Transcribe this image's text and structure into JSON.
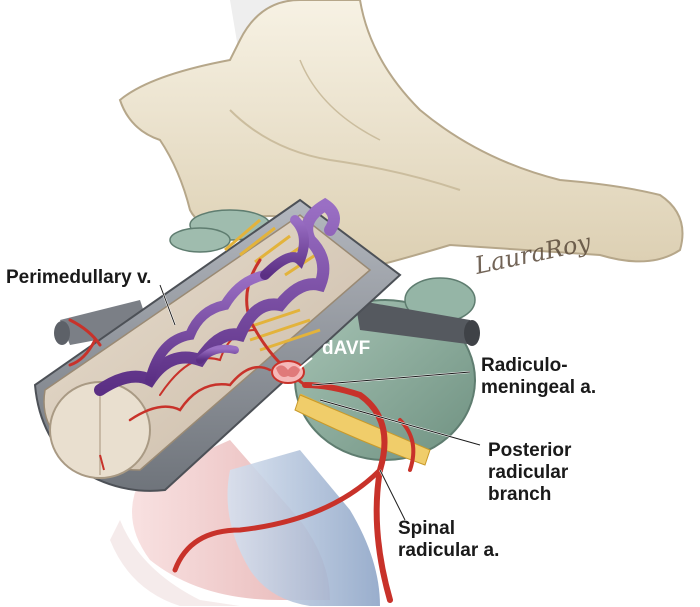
{
  "figure": {
    "labels": {
      "perimedullary": "Perimedullary v.",
      "davf": "dAVF",
      "radiculomeningeal": [
        "Radiculo-",
        "meningeal a."
      ],
      "posterior_radicular": [
        "Posterior",
        "radicular",
        "branch"
      ],
      "spinal_radicular": [
        "Spinal",
        "radicular a."
      ]
    },
    "signature": "LauraRoy",
    "colors": {
      "bone": "#efe6d2",
      "dura": "#8a8f96",
      "vein": "#7b4aa3",
      "artery": "#c8322a",
      "ganglion": "#8fb0a0",
      "aorta_pink": "#e8b7b7",
      "vena_blue": "#a9bcd6"
    }
  }
}
